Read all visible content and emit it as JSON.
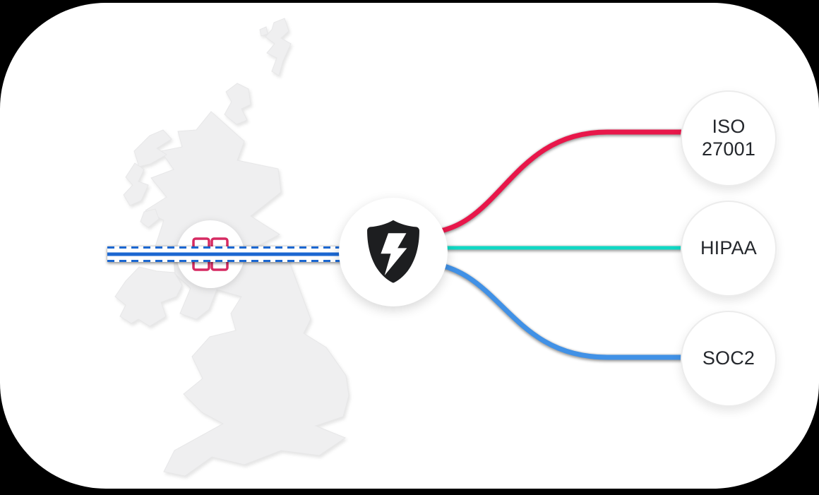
{
  "canvas": {
    "background": "#ffffff",
    "frame_color": "#000000"
  },
  "map": {
    "region": "united-kingdom",
    "fill": "#efeff0"
  },
  "origin_marker": {
    "icon": "link-icon",
    "icon_color": "#d62a62",
    "circle_fill": "#ffffff"
  },
  "pipe": {
    "color": "#1b67d1",
    "band_fill": "#ffffff",
    "style": "dashed-borders-solid-core"
  },
  "hub": {
    "icon": "shield-lightning-icon",
    "shield_color": "#1d1e20",
    "bolt_color": "#ffffff",
    "circle_fill": "#ffffff"
  },
  "certifications": [
    {
      "label": "ISO 27001",
      "line_color": "#e8174a"
    },
    {
      "label": "HIPAA",
      "line_color": "#10d8c4"
    },
    {
      "label": "SOC2",
      "line_color": "#4191e6"
    }
  ]
}
